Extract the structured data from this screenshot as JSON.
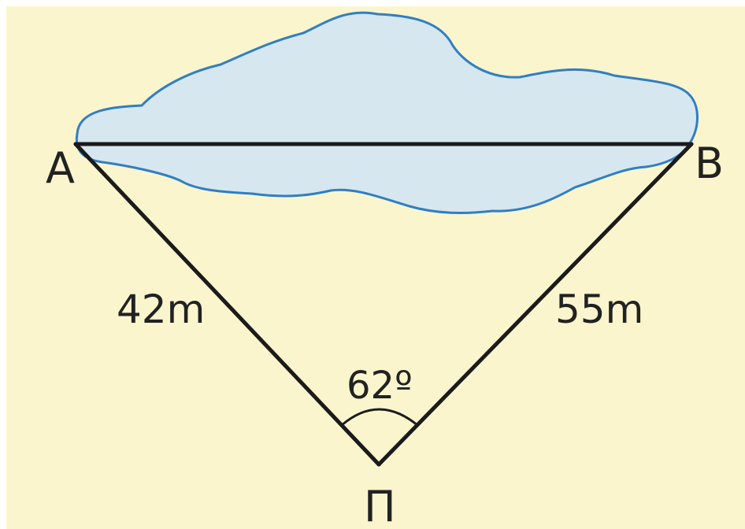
{
  "diagram": {
    "vertices": {
      "a": "A",
      "b": "B",
      "p": "Π"
    },
    "sides": {
      "pa": "42m",
      "pb": "55m"
    },
    "angle": {
      "p": "62º"
    }
  },
  "colors": {
    "background": "#fbf5ce",
    "lake_fill": "#d7e7ef",
    "lake_stroke": "#2f7fc3",
    "line": "#1b1b1b"
  }
}
